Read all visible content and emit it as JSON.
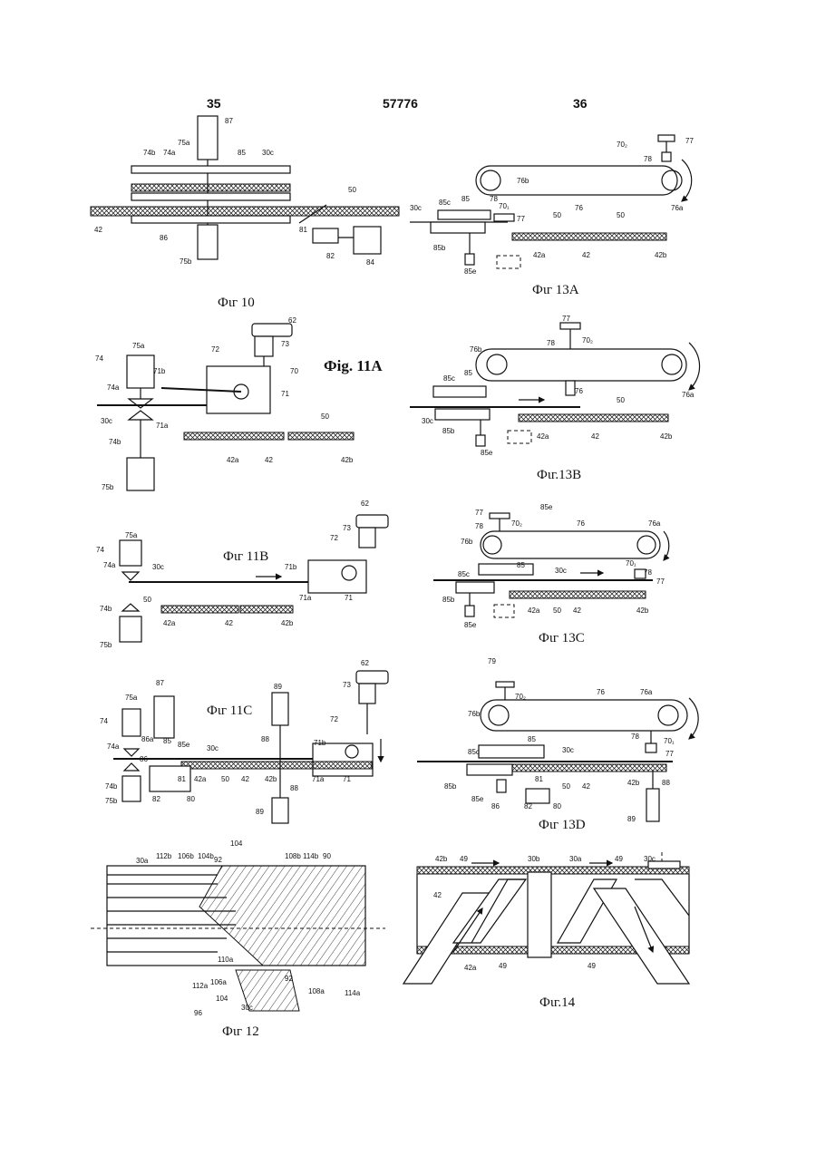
{
  "header": {
    "page_left": "35",
    "doc_number": "57776",
    "page_right": "36"
  },
  "figures": {
    "fig10": {
      "caption": "Фιг 10",
      "labels": [
        "87",
        "75a",
        "74b",
        "74a",
        "85",
        "30c",
        "50",
        "42",
        "86",
        "81",
        "82",
        "84",
        "75b"
      ]
    },
    "fig11a": {
      "caption": "Фig. 11A",
      "labels": [
        "62",
        "73",
        "75a",
        "72",
        "74",
        "71b",
        "70",
        "74a",
        "71",
        "30c",
        "71a",
        "74b",
        "50",
        "42a",
        "42",
        "42b",
        "75b"
      ]
    },
    "fig11b": {
      "caption": "Фιг 11B",
      "labels": [
        "62",
        "73",
        "75a",
        "72",
        "74",
        "74a",
        "30c",
        "71b",
        "71a",
        "71",
        "50",
        "74b",
        "42a",
        "42",
        "42b",
        "75b"
      ]
    },
    "fig11c": {
      "caption": "Фιг 11C",
      "labels": [
        "62",
        "87",
        "89",
        "73",
        "75a",
        "72",
        "74",
        "74a",
        "86a",
        "85",
        "85e",
        "30c",
        "71b",
        "88",
        "86",
        "81",
        "42a",
        "50",
        "42",
        "42b",
        "71a",
        "71",
        "74b",
        "82",
        "80",
        "88",
        "75b",
        "89"
      ]
    },
    "fig12": {
      "caption": "Фιг 12",
      "labels": [
        "104",
        "30a",
        "112b",
        "106b",
        "104b",
        "92",
        "108b",
        "114b",
        "90",
        "110a",
        "112a",
        "106a",
        "96",
        "30c",
        "92",
        "108a",
        "114a",
        "104"
      ]
    },
    "fig13a": {
      "caption": "Фιг 13A",
      "labels": [
        "70₂",
        "77",
        "78",
        "76b",
        "30c",
        "85c",
        "85",
        "78",
        "70₁",
        "77",
        "76",
        "76a",
        "50",
        "50",
        "85b",
        "42a",
        "42",
        "42b",
        "85e"
      ]
    },
    "fig13b": {
      "caption": "Фιг.13B",
      "labels": [
        "77",
        "78",
        "70₂",
        "76b",
        "85c",
        "85",
        "30c",
        "76",
        "50",
        "76a",
        "85b",
        "42a",
        "42",
        "42b",
        "85e"
      ]
    },
    "fig13c": {
      "caption": "Фιг 13C",
      "labels": [
        "85e",
        "77",
        "78",
        "70₂",
        "76",
        "76a",
        "76b",
        "85c",
        "85",
        "30c",
        "70₁",
        "77",
        "78",
        "85b",
        "42a",
        "50",
        "42",
        "42b",
        "85e"
      ]
    },
    "fig13d": {
      "caption": "Фιг 13D",
      "labels": [
        "79",
        "70₂",
        "76",
        "76a",
        "76b",
        "78",
        "70₁",
        "85",
        "77",
        "85c",
        "30c",
        "85b",
        "81",
        "50",
        "42",
        "42b",
        "88",
        "85e",
        "86",
        "82",
        "80",
        "89"
      ]
    },
    "fig14": {
      "caption": "Фιг.14",
      "labels": [
        "42b",
        "49",
        "30b",
        "30a",
        "49",
        "30c",
        "42",
        "42a",
        "49",
        "49"
      ]
    }
  }
}
